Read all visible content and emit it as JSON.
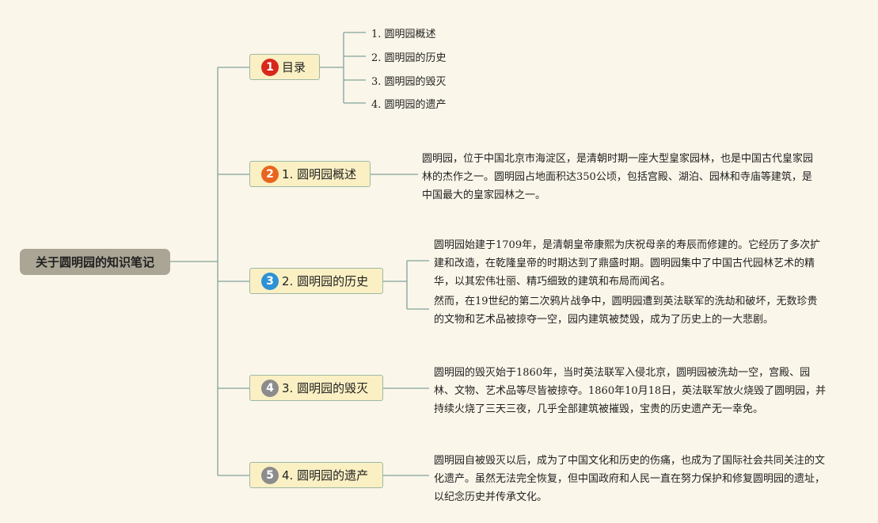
{
  "root": {
    "title": "关于圆明园的知识笔记"
  },
  "colors": {
    "line": "#7fa39a",
    "badge_1": "#d8281c",
    "badge_2": "#e8661e",
    "badge_3": "#2e92d4",
    "badge_4": "#8c8c8c",
    "badge_5": "#8c8c8c"
  },
  "branches": [
    {
      "num": "1",
      "label": "目录"
    },
    {
      "num": "2",
      "label": "1. 圆明园概述"
    },
    {
      "num": "3",
      "label": "2. 圆明园的历史"
    },
    {
      "num": "4",
      "label": "3. 圆明园的毁灭"
    },
    {
      "num": "5",
      "label": "4. 圆明园的遗产"
    }
  ],
  "toc": [
    "1. 圆明园概述",
    "2. 圆明园的历史",
    "3. 圆明园的毁灭",
    "4. 圆明园的遗产"
  ],
  "overview": "圆明园，位于中国北京市海淀区，是清朝时期一座大型皇家园林，也是中国古代皇家园林的杰作之一。圆明园占地面积达350公顷，包括宫殿、湖泊、园林和寺庙等建筑，是中国最大的皇家园林之一。",
  "history": [
    "圆明园始建于1709年，是清朝皇帝康熙为庆祝母亲的寿辰而修建的。它经历了多次扩建和改造，在乾隆皇帝的时期达到了鼎盛时期。圆明园集中了中国古代园林艺术的精华，以其宏伟壮丽、精巧细致的建筑和布局而闻名。",
    "然而，在19世纪的第二次鸦片战争中，圆明园遭到英法联军的洗劫和破坏，无数珍贵的文物和艺术品被掠夺一空，园内建筑被焚毁，成为了历史上的一大悲剧。"
  ],
  "destruction": "圆明园的毁灭始于1860年，当时英法联军入侵北京，圆明园被洗劫一空，宫殿、园林、文物、艺术品等尽皆被掠夺。1860年10月18日，英法联军放火烧毁了圆明园，并持续火烧了三天三夜，几乎全部建筑被摧毁，宝贵的历史遗产无一幸免。",
  "legacy": "圆明园自被毁灭以后，成为了中国文化和历史的伤痛，也成为了国际社会共同关注的文化遗产。虽然无法完全恢复，但中国政府和人民一直在努力保护和修复圆明园的遗址，以纪念历史并传承文化。"
}
